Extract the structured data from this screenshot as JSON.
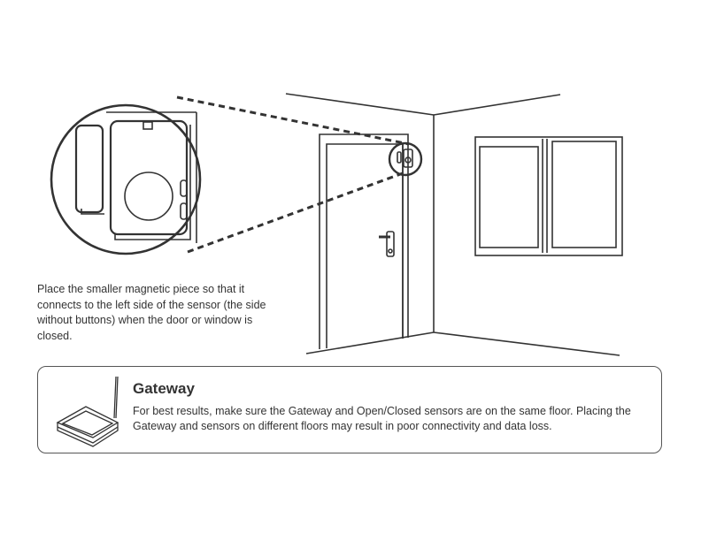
{
  "caption": "Place the smaller magnetic piece so that it connects to the left side of the sensor (the side without buttons) when the door or window is closed.",
  "gateway": {
    "title": "Gateway",
    "text": "For best results, make sure the Gateway and Open/Closed sensors are on the same floor. Placing the Gateway and sensors on different floors may result in poor connectivity and data loss."
  },
  "colors": {
    "line": "#333333",
    "border": "#555555"
  }
}
